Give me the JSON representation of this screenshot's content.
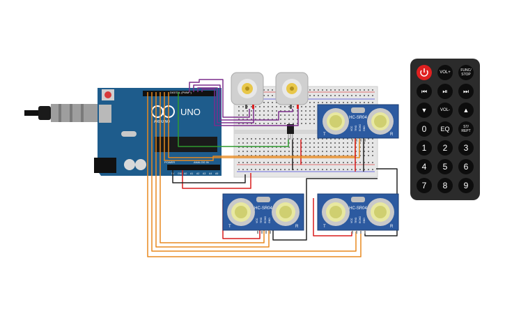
{
  "arduino": {
    "brand": "ARDUINO",
    "model": "UNO",
    "digital_label": "DIGITAL (PWM~)",
    "power_label": "POWER",
    "analog_label": "ANALOG IN",
    "pin_labels": [
      "5V",
      "GND",
      "A0",
      "A1",
      "A2",
      "A3",
      "A4",
      "A5"
    ]
  },
  "sensors": [
    {
      "label": "HC-SR04",
      "pins": [
        "VCC",
        "TRIG",
        "ECHO",
        "GND"
      ],
      "t_mark": "T",
      "r_mark": "R"
    },
    {
      "label": "HC-SR04",
      "pins": [
        "VCC",
        "TRIG",
        "ECHO",
        "GND"
      ],
      "t_mark": "T",
      "r_mark": "R"
    },
    {
      "label": "HC-SR04",
      "pins": [
        "VCC",
        "TRIG",
        "ECHO",
        "GND"
      ],
      "t_mark": "T",
      "r_mark": "R"
    }
  ],
  "remote": {
    "buttons": [
      {
        "name": "power",
        "label": ""
      },
      {
        "name": "vol-up",
        "label": "VOL+"
      },
      {
        "name": "func-stop",
        "label": "FUNC/ STOP"
      },
      {
        "name": "prev",
        "label": "⏮"
      },
      {
        "name": "play-pause",
        "label": "⏯"
      },
      {
        "name": "next",
        "label": "⏭"
      },
      {
        "name": "down",
        "label": "▼"
      },
      {
        "name": "vol-down",
        "label": "VOL-"
      },
      {
        "name": "up",
        "label": "▲"
      },
      {
        "name": "0",
        "label": "0"
      },
      {
        "name": "eq",
        "label": "EQ"
      },
      {
        "name": "st-rept",
        "label": "ST/ REPT"
      },
      {
        "name": "1",
        "label": "1"
      },
      {
        "name": "2",
        "label": "2"
      },
      {
        "name": "3",
        "label": "3"
      },
      {
        "name": "4",
        "label": "4"
      },
      {
        "name": "5",
        "label": "5"
      },
      {
        "name": "6",
        "label": "6"
      },
      {
        "name": "7",
        "label": "7"
      },
      {
        "name": "8",
        "label": "8"
      },
      {
        "name": "9",
        "label": "9"
      }
    ]
  },
  "colors": {
    "arduino_board": "#1e5c8c",
    "breadboard": "#e6e6e6",
    "sensor_board": "#2c5aa0",
    "remote_body": "#2b2b2b",
    "power_button": "#e02020",
    "wire_orange": "#e8891e",
    "wire_purple": "#7b2d8b",
    "wire_green": "#2e9a2e",
    "wire_red": "#d81c1c",
    "wire_black": "#222222"
  }
}
